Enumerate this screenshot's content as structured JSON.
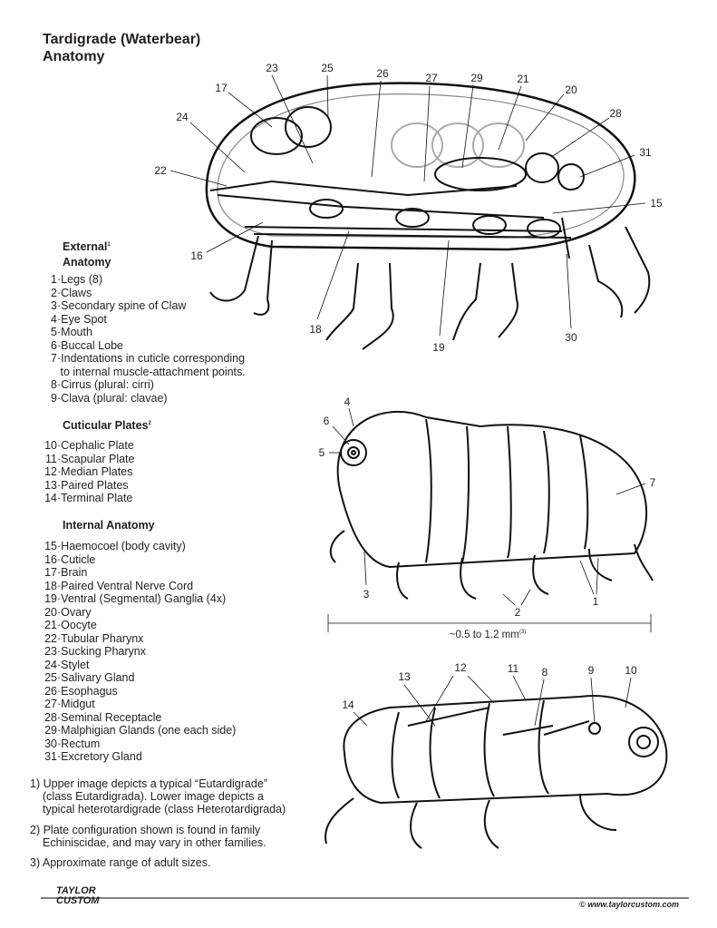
{
  "title": {
    "line1": "Tardigrade (Waterbear)",
    "line2": "Anatomy"
  },
  "external": {
    "heading1": "External",
    "heading2": "Anatomy",
    "sup": "1",
    "items": [
      {
        "n": "1",
        "t": "Legs (8)"
      },
      {
        "n": "2",
        "t": "Claws"
      },
      {
        "n": "3",
        "t": "Secondary spine of Claw"
      },
      {
        "n": "4",
        "t": "Eye Spot"
      },
      {
        "n": "5",
        "t": "Mouth"
      },
      {
        "n": "6",
        "t": "Buccal Lobe"
      },
      {
        "n": "7",
        "t": "Indentations in cuticle corresponding"
      },
      {
        "n": "",
        "t": "to internal muscle-attachment points."
      },
      {
        "n": "8",
        "t": "Cirrus (plural: cirri)"
      },
      {
        "n": "9",
        "t": "Clava (plural: clavae)"
      }
    ]
  },
  "cuticular": {
    "heading": "Cuticular Plates",
    "sup": "2",
    "items": [
      {
        "n": "10",
        "t": "Cephalic Plate"
      },
      {
        "n": "11",
        "t": "Scapular Plate"
      },
      {
        "n": "12",
        "t": "Median Plates"
      },
      {
        "n": "13",
        "t": "Paired Plates"
      },
      {
        "n": "14",
        "t": "Terminal Plate"
      }
    ]
  },
  "internal": {
    "heading": "Internal Anatomy",
    "items": [
      {
        "n": "15",
        "t": "Haemocoel (body cavity)"
      },
      {
        "n": "16",
        "t": "Cuticle"
      },
      {
        "n": "17",
        "t": "Brain"
      },
      {
        "n": "18",
        "t": "Paired Ventral Nerve Cord"
      },
      {
        "n": "19",
        "t": "Ventral (Segmental) Ganglia (4x)"
      },
      {
        "n": "20",
        "t": "Ovary"
      },
      {
        "n": "21",
        "t": "Oocyte"
      },
      {
        "n": "22",
        "t": "Tubular Pharynx"
      },
      {
        "n": "23",
        "t": "Sucking Pharynx"
      },
      {
        "n": "24",
        "t": "Stylet"
      },
      {
        "n": "25",
        "t": "Salivary Gland"
      },
      {
        "n": "26",
        "t": "Esophagus"
      },
      {
        "n": "27",
        "t": "Midgut"
      },
      {
        "n": "28",
        "t": "Seminal Receptacle"
      },
      {
        "n": "29",
        "t": "Malphigian Glands (one each side)"
      },
      {
        "n": "30",
        "t": "Rectum"
      },
      {
        "n": "31",
        "t": "Excretory Gland"
      }
    ]
  },
  "notes": [
    "1) Upper image depicts a typical “Eutardigrade”",
    "(class Eutardigrada). Lower image depicts a",
    "typical heterotardigrade (class Heterotardigrada)",
    "2) Plate configuration shown is found in family",
    "Echiniscidae, and may vary in other families.",
    "3) Approximate range of adult sizes."
  ],
  "diagram_labels": {
    "top": [
      "23",
      "25",
      "26",
      "27",
      "29",
      "21",
      "20",
      "17",
      "24",
      "28",
      "22",
      "31",
      "15",
      "16",
      "18",
      "19",
      "30"
    ],
    "middle": [
      "4",
      "6",
      "5",
      "7",
      "3",
      "2",
      "1"
    ],
    "bottom": [
      "12",
      "11",
      "13",
      "8",
      "9",
      "10",
      "14"
    ]
  },
  "scale": {
    "text": "~0.5 to 1.2 mm",
    "sup": "(3)"
  },
  "footer": {
    "logo_line1": "TAYLOR",
    "logo_line2": "CUSTOM",
    "url": "© www.taylorcustom.com"
  }
}
